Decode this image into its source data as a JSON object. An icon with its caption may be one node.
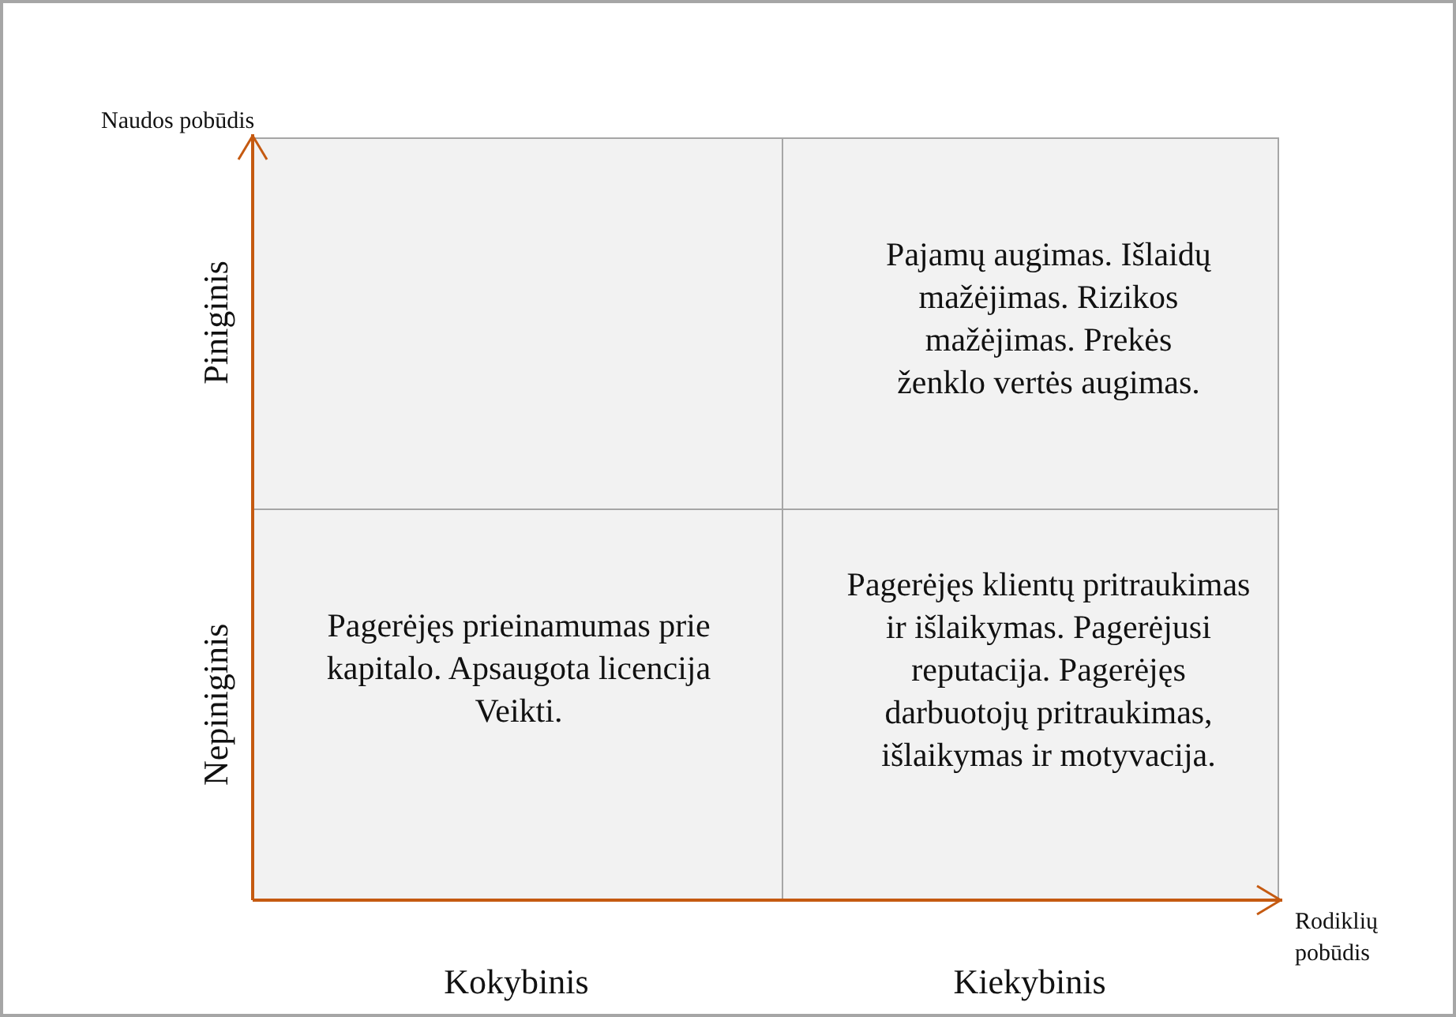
{
  "diagram": {
    "nodes": [
      {
        "text": [],
        "shape": "box"
      },
      {
        "text": [
          "Pajamų augimas. Išlaidų mažėjimas. Rizikos mažėjimas. Prekės ženklo vertės augimas."
        ]
      },
      {
        "text": [
          "Pagerėjęs prieinamumas prie kapitalo. Apsaugota licencija Veikti."
        ]
      },
      {
        "text": [
          "Pagerėjęs klientų pritraukimas ir išlaikymas. Pagerėjusi reputacija. Pagerėjęs darbuotojų pritraukimas, išlaikymas ir motyvacija."
        ]
      }
    ],
    "edges": [],
    "labels": [
      "Naudos pobūdis",
      "Piniginis",
      "Nepiniginis",
      "Rodiklių pobūdis",
      "Kokybinis",
      "Kiekybinis"
    ]
  }
}
